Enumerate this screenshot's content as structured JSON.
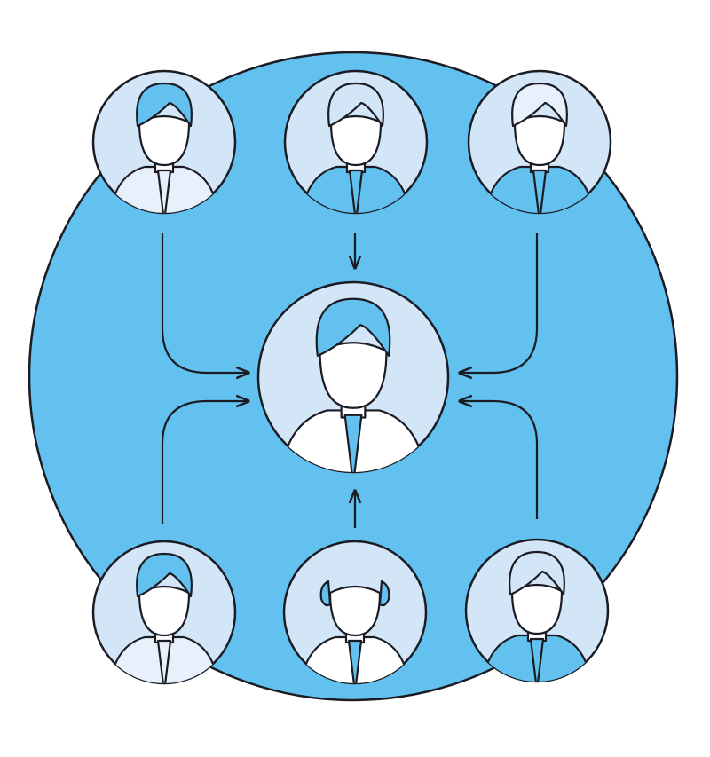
{
  "colors": {
    "background": "#ffffff",
    "big_circle": "#62c1ee",
    "avatar_bg": "#d3e6f7",
    "light": "#e8f1fb",
    "accent": "#62c1ee",
    "stroke": "#1b1b24",
    "face": "#ffffff"
  },
  "nodes": [
    {
      "id": "top-left",
      "icon": "woman-in-blazer-avatar-icon"
    },
    {
      "id": "top-center",
      "icon": "man-in-striped-sweater-avatar-icon"
    },
    {
      "id": "top-right",
      "icon": "man-in-suit-avatar-icon"
    },
    {
      "id": "center",
      "icon": "manager-with-tie-avatar-icon"
    },
    {
      "id": "bottom-left",
      "icon": "woman-long-hair-avatar-icon"
    },
    {
      "id": "bottom-center",
      "icon": "bald-man-in-suit-avatar-icon"
    },
    {
      "id": "bottom-right",
      "icon": "woman-in-blue-dress-avatar-icon"
    }
  ]
}
